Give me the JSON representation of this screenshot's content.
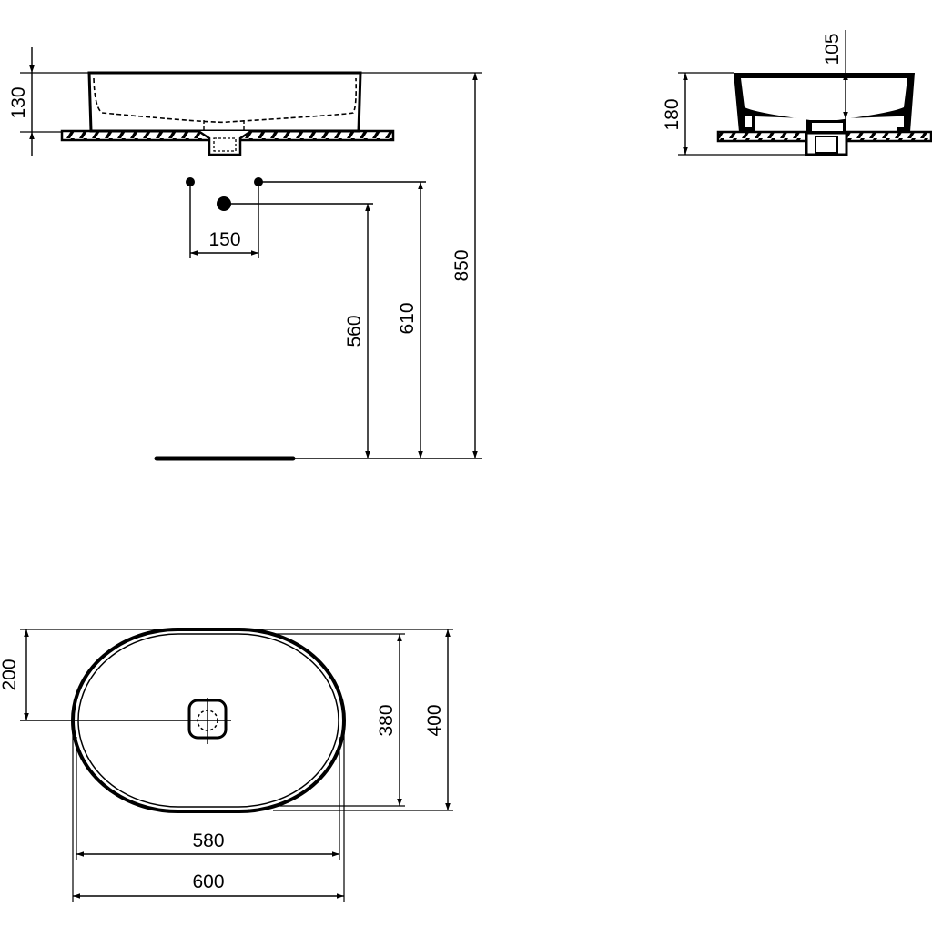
{
  "diagram": {
    "type": "technical-drawing",
    "subject": "oval countertop washbasin",
    "line_color": "#000000",
    "background": "#ffffff",
    "views": {
      "front_section": {
        "dimensions": {
          "basin_height": "130"
        }
      },
      "side_section": {
        "dimensions": {
          "total_height": "180",
          "bowl_depth": "105"
        }
      },
      "installation": {
        "dimensions": {
          "tap_spacing": "150",
          "waste_height": "560",
          "supply_height": "610",
          "countertop_height": "850"
        }
      },
      "plan": {
        "dimensions": {
          "half_depth": "200",
          "inner_depth": "380",
          "outer_depth": "400",
          "inner_width": "580",
          "outer_width": "600"
        }
      }
    }
  }
}
